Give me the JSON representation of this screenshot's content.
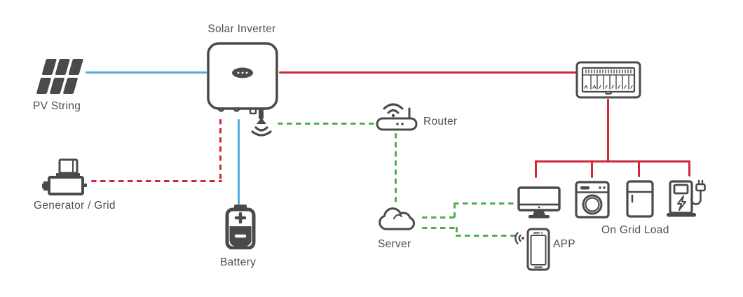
{
  "diagram": {
    "type": "solar-energy-system-diagram",
    "background": "#ffffff",
    "colors": {
      "line_pv": "#55a9dd",
      "line_grid": "#d0283a",
      "line_comm": "#4fae51",
      "icon_stroke": "#4a4a4a",
      "text": "#4f4f4f"
    },
    "nodes": {
      "pv_string": {
        "label": "PV String",
        "icon": "solar-panel-icon"
      },
      "solar_inverter": {
        "label": "Solar Inverter",
        "icon": "inverter-icon"
      },
      "wifi_module": {
        "icon": "wifi-antenna-icon"
      },
      "generator_grid": {
        "label": "Generator / Grid",
        "icon": "generator-icon"
      },
      "battery": {
        "label": "Battery",
        "icon": "battery-icon"
      },
      "router": {
        "label": "Router",
        "icon": "router-icon"
      },
      "server": {
        "label": "Server",
        "icon": "cloud-icon"
      },
      "app": {
        "label": "APP",
        "icon": "smartphone-icon"
      },
      "breaker_panel": {
        "icon": "breaker-panel-icon"
      },
      "on_grid_load": {
        "label": "On Grid Load",
        "icons": [
          "monitor-icon",
          "washing-machine-icon",
          "refrigerator-icon",
          "ev-charger-icon"
        ]
      }
    },
    "connections": [
      {
        "from": "pv_string",
        "to": "solar_inverter",
        "line": "solid",
        "color": "line_pv"
      },
      {
        "from": "solar_inverter",
        "to": "breaker_panel",
        "line": "solid",
        "color": "line_grid"
      },
      {
        "from": "generator_grid",
        "to": "solar_inverter",
        "line": "dashed",
        "color": "line_grid"
      },
      {
        "from": "solar_inverter",
        "to": "battery",
        "line": "solid",
        "color": "line_pv"
      },
      {
        "from": "wifi_module",
        "to": "router",
        "line": "dashed",
        "color": "line_comm"
      },
      {
        "from": "router",
        "to": "server",
        "line": "dashed",
        "color": "line_comm"
      },
      {
        "from": "server",
        "to": "on_grid_load_monitor",
        "line": "dashed",
        "color": "line_comm"
      },
      {
        "from": "server",
        "to": "app",
        "line": "dashed",
        "color": "line_comm"
      },
      {
        "from": "breaker_panel",
        "to": "on_grid_load",
        "line": "solid",
        "color": "line_grid"
      }
    ]
  }
}
